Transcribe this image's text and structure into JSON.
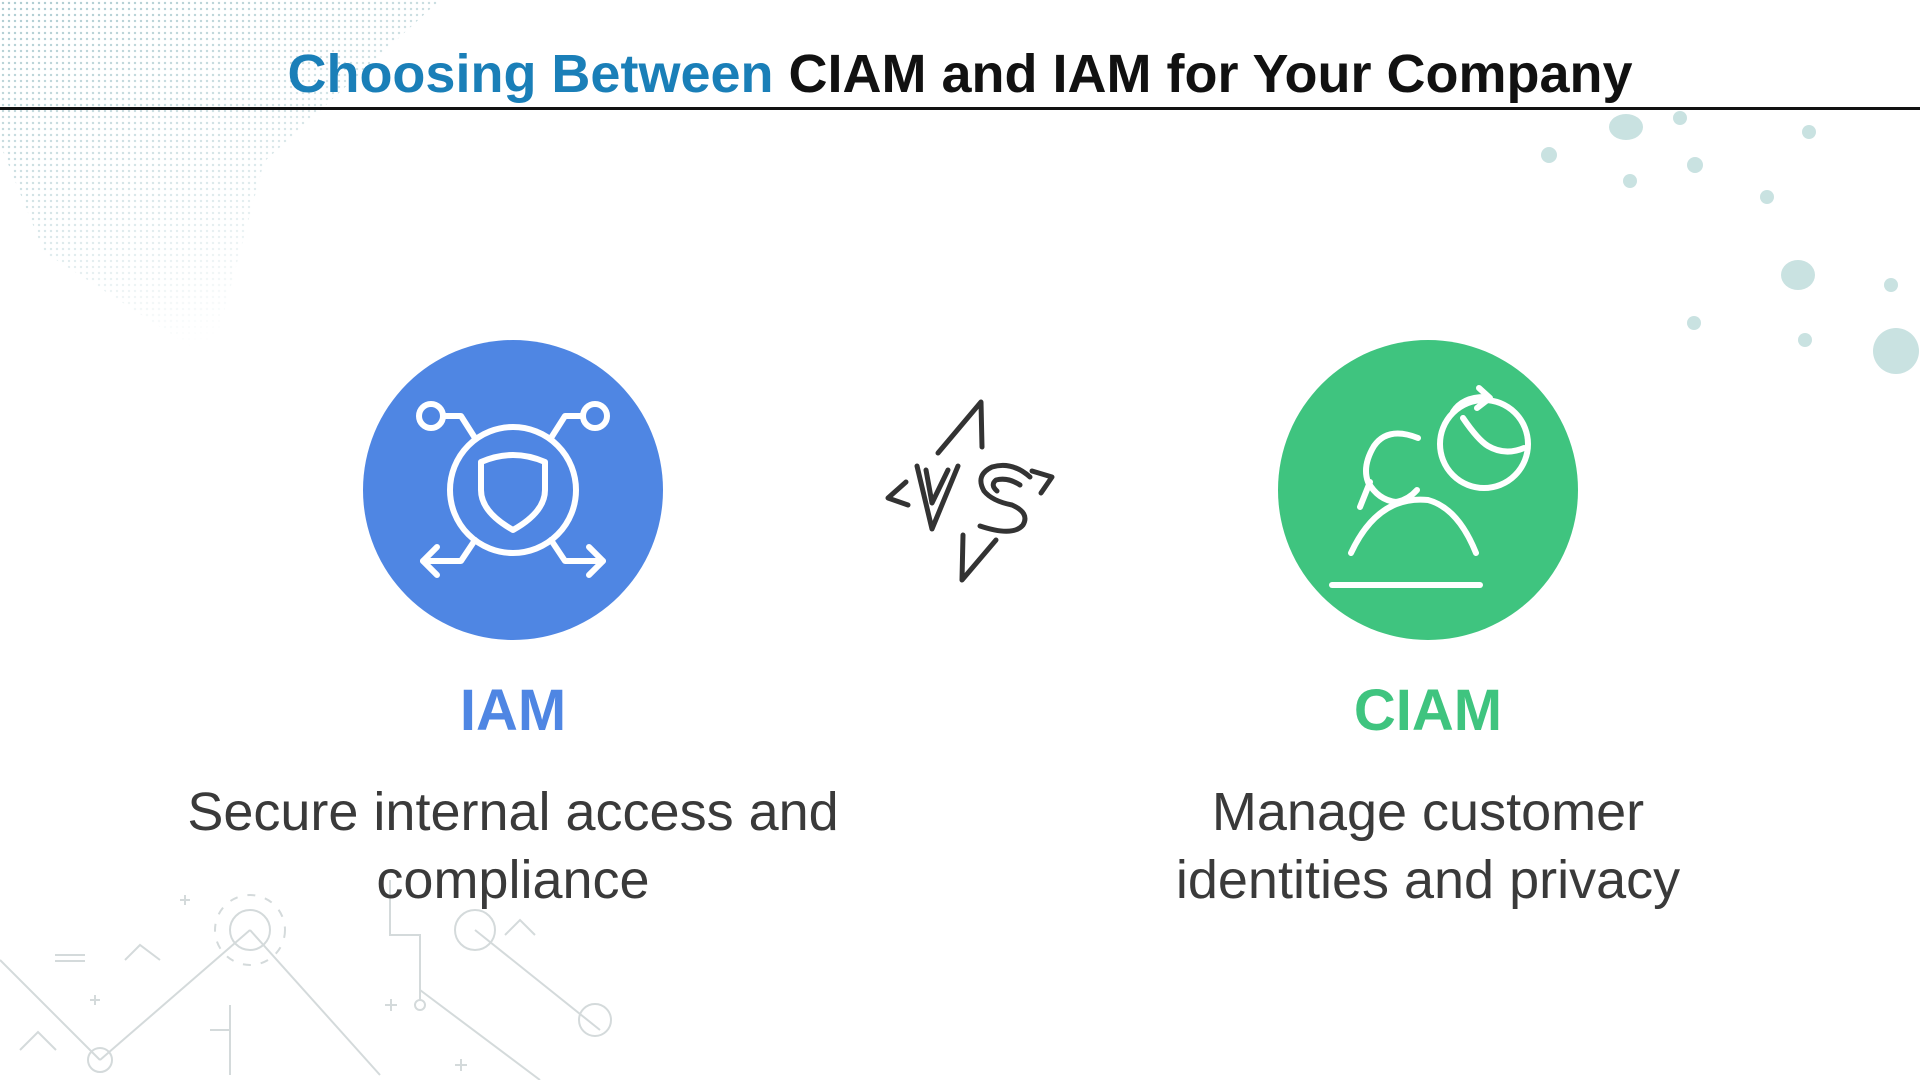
{
  "title": {
    "accent_text": "Choosing Between",
    "main_text": " CIAM and IAM for Your Company"
  },
  "colors": {
    "title_accent": "#1a7fb8",
    "iam": "#4f86e3",
    "ciam": "#3fc47f",
    "body_text": "#3a3a3a"
  },
  "iam": {
    "label": "IAM",
    "description_line1": "Secure internal access and",
    "description_line2": "compliance",
    "icon": "shield-network-icon"
  },
  "ciam": {
    "label": "CIAM",
    "description_line1": "Manage customer",
    "description_line2": "identities and privacy",
    "icon": "customer-identity-icon"
  },
  "versus": {
    "icon": "vs-lightning-icon"
  }
}
